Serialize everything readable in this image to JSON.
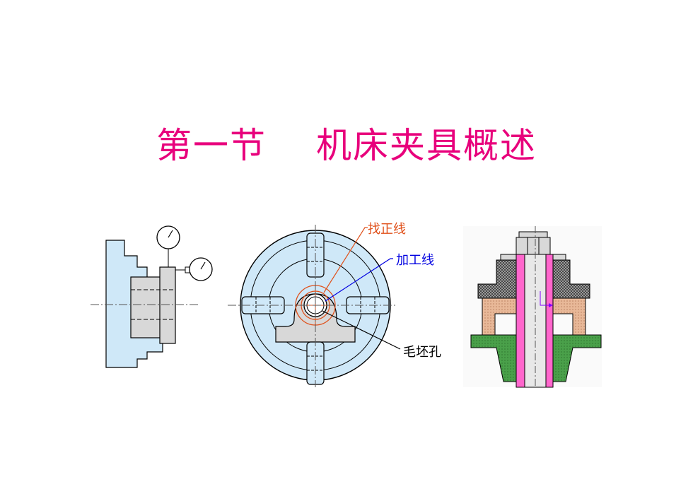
{
  "title": {
    "part1": "第一节",
    "part2": "机床夹具概述"
  },
  "labels": {
    "alignment_line": "找正线",
    "machining_line": "加工线",
    "blank_hole": "毛坯孔"
  },
  "colors": {
    "title": "#e8007c",
    "body_fill": "#cfe8f8",
    "alignment_line": "#e0501a",
    "machining_line": "#0000e0",
    "blank_hole_line": "#000000",
    "workpiece_fill": "#d8d8d8",
    "bushing_fill": "#e8b898",
    "base_fill": "#4aa04a",
    "mandrel_fill": "#ff66cc"
  }
}
